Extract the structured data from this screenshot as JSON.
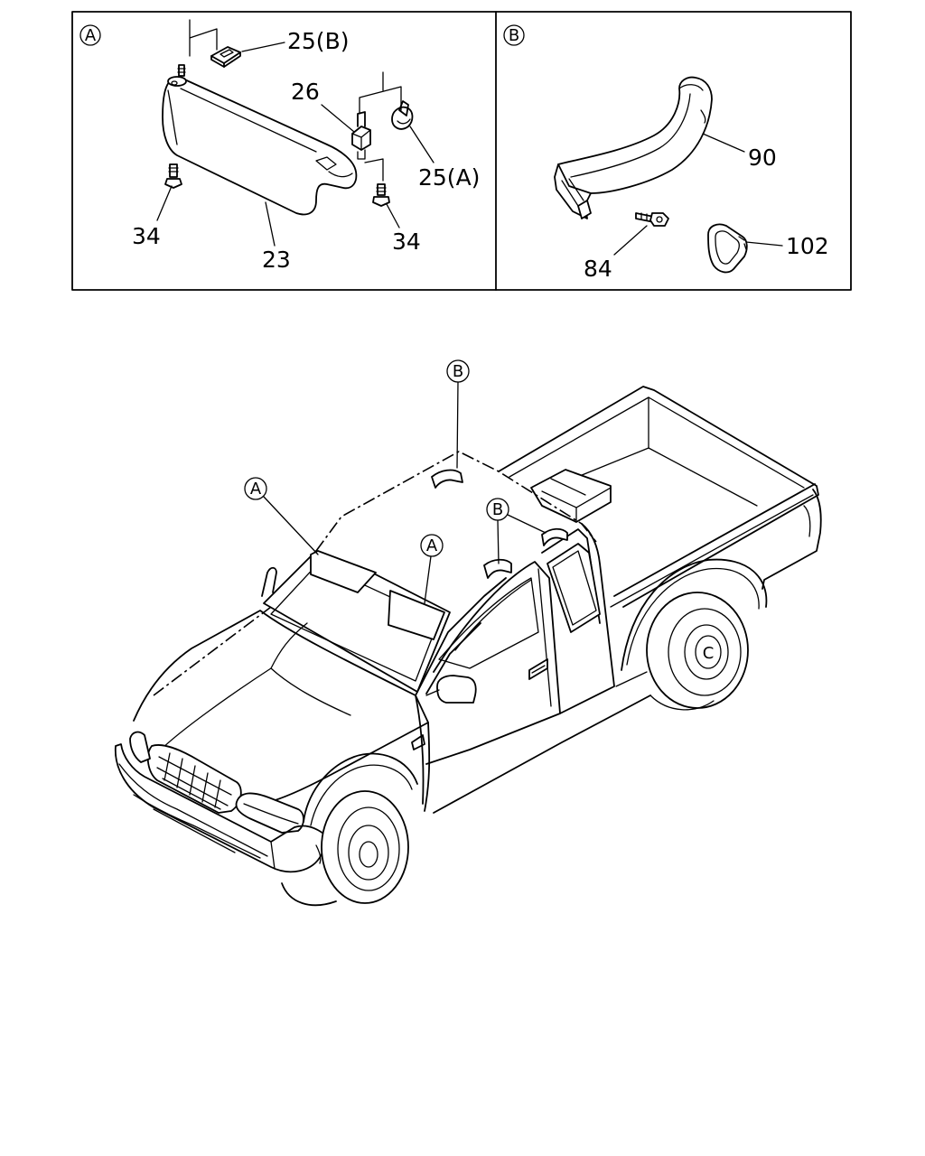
{
  "panels": {
    "a": {
      "marker": "A",
      "labels": {
        "p25b": "25(B)",
        "p26": "26",
        "p25a": "25(A)",
        "p34_left": "34",
        "p34_right": "34",
        "p23": "23"
      }
    },
    "b": {
      "marker": "B",
      "labels": {
        "p90": "90",
        "p84": "84",
        "p102": "102"
      }
    }
  },
  "vehicle": {
    "callouts": {
      "b_top": "B",
      "b_mid": "B",
      "a_left": "A",
      "a_mid": "A"
    },
    "wheel_mark": "C"
  }
}
